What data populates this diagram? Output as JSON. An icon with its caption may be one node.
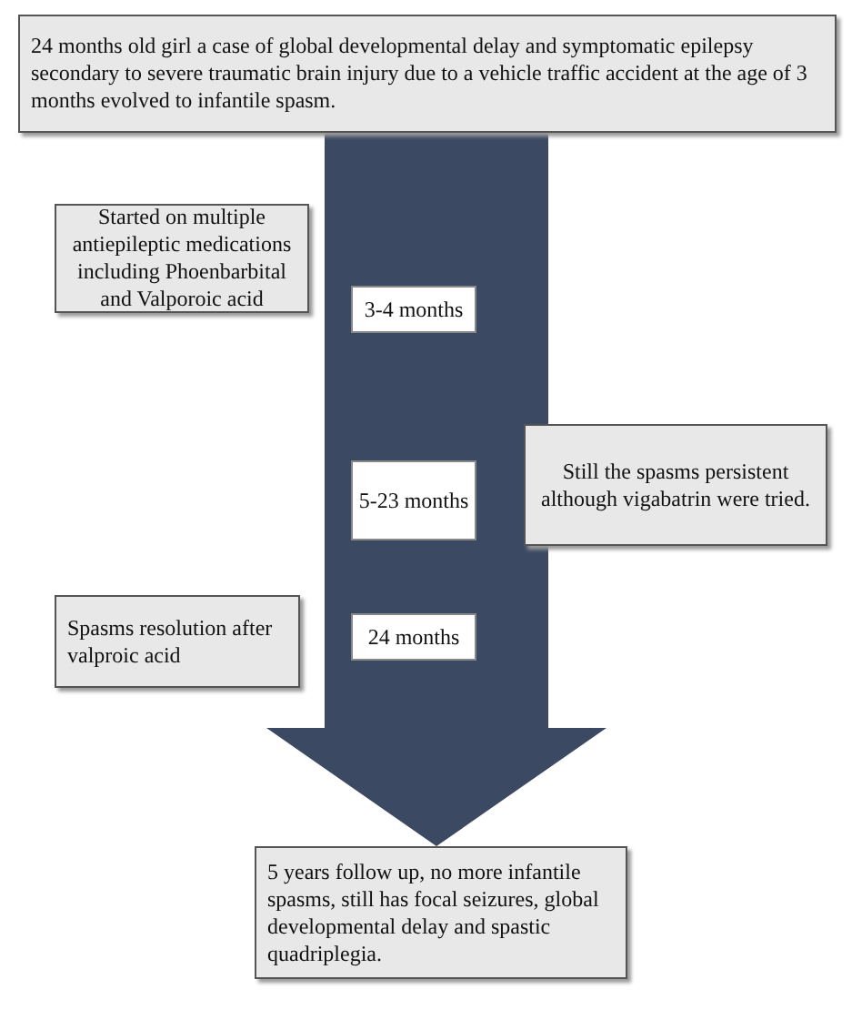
{
  "diagram": {
    "nodes": [
      {
        "text": [
          "24 months old girl a case of global developmental delay and symptomatic epilepsy secondary to severe traumatic brain injury due to a vehicle traffic accident at the age of 3 months evolved to infantile spasm."
        ]
      },
      {
        "text": [
          "Started on multiple antiepileptic medications including Phoenbarbital and Valporoic acid"
        ]
      },
      {
        "text": [
          "3-4 months"
        ]
      },
      {
        "text": [
          "Still the spasms persistent although vigabatrin were tried."
        ]
      },
      {
        "text": [
          "5-23 months"
        ]
      },
      {
        "text": [
          "Spasms resolution after valproic acid"
        ]
      },
      {
        "text": [
          "24 months"
        ]
      },
      {
        "text": [
          "5 years follow up, no more infantile spasms, still has focal seizures, global developmental delay and spastic quadriplegia."
        ]
      }
    ],
    "edges": [
      {
        "from": 0,
        "to": 7,
        "arrow": "to",
        "style": "thick"
      }
    ]
  }
}
